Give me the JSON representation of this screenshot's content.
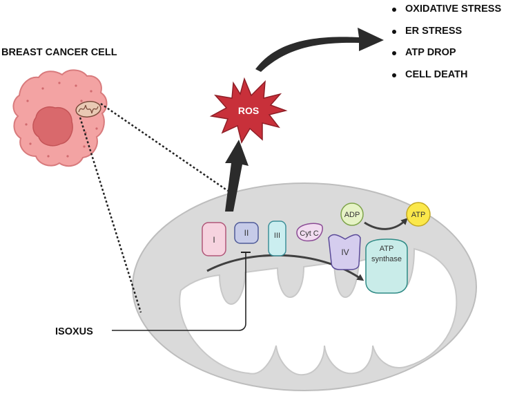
{
  "cell_label": "BREAST CANCER CELL",
  "ros_label": "ROS",
  "outcomes": [
    "OXIDATIVE STRESS",
    "ER STRESS",
    "ATP DROP",
    "CELL DEATH"
  ],
  "complexes": {
    "c1": "I",
    "c2": "II",
    "c3": "III",
    "cytc": "Cyt C",
    "c4": "IV",
    "atp_synthase_line1": "ATP",
    "atp_synthase_line2": "synthase"
  },
  "adp_label": "ADP",
  "atp_label": "ATP",
  "drug_label": "ISOXUS",
  "colors": {
    "cell_fill": "#f3a3a3",
    "nucleus_fill": "#d9696c",
    "ros_fill": "#c8303a",
    "complex1_fill": "#f6d3df",
    "complex2_fill": "#c6cbe8",
    "complex3_fill": "#cbeef0",
    "cytc_fill": "#f1dcf0",
    "complex4_fill": "#d5cdee",
    "atp_synthase_fill": "#c9ece9",
    "adp_fill": "#e6f3c6",
    "atp_fill": "#fbe84a",
    "arrow_dark": "#2b2b2b"
  }
}
